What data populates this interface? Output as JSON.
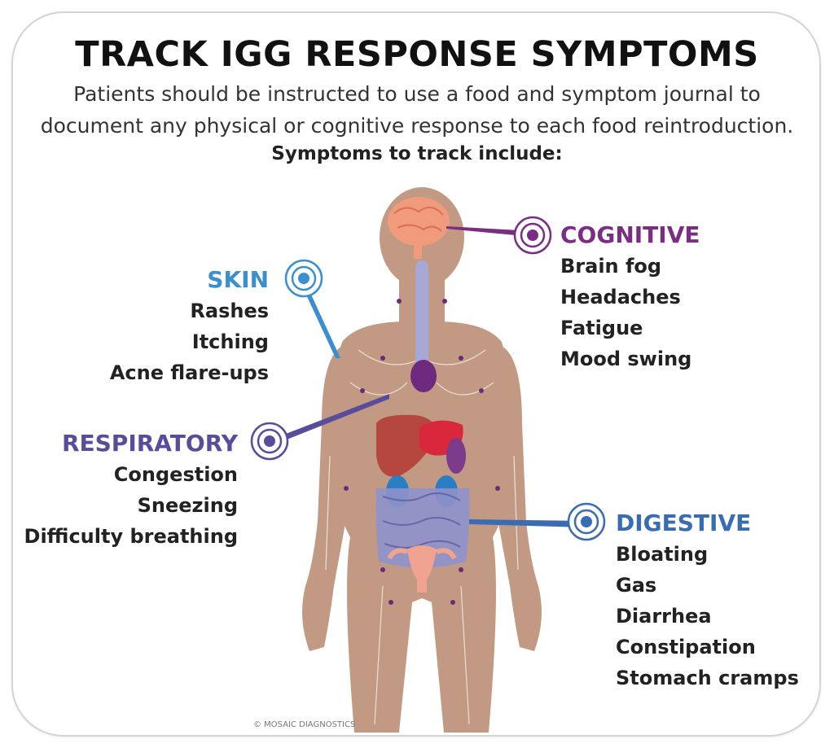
{
  "title": "TRACK IGG RESPONSE SYMPTOMS",
  "subtitle": "Patients should be instructed to use a food and symptom journal to document any physical or cognitive response to each food reintroduction.",
  "subtitle_bold": "Symptoms to track include:",
  "copyright": "© MOSAIC DIAGNOSTICS",
  "colors": {
    "cognitive": "#7b2d84",
    "skin": "#3a8fcf",
    "respiratory": "#5a4c9c",
    "digestive": "#3a6cb3",
    "body": "#c29a84"
  },
  "groups": {
    "cognitive": {
      "heading": "COGNITIVE",
      "items": [
        "Brain fog",
        "Headaches",
        "Fatigue",
        "Mood swing"
      ]
    },
    "skin": {
      "heading": "SKIN",
      "items": [
        "Rashes",
        "Itching",
        "Acne flare-ups"
      ]
    },
    "respiratory": {
      "heading": "RESPIRATORY",
      "items": [
        "Congestion",
        "Sneezing",
        "Difficulty breathing"
      ]
    },
    "digestive": {
      "heading": "DIGESTIVE",
      "items": [
        "Bloating",
        "Gas",
        "Diarrhea",
        "Constipation",
        "Stomach cramps"
      ]
    }
  },
  "icons": [
    "target-icon",
    "brain-icon",
    "thyroid-icon",
    "liver-icon",
    "stomach-icon",
    "kidney-icon",
    "intestine-icon",
    "uterus-icon"
  ]
}
